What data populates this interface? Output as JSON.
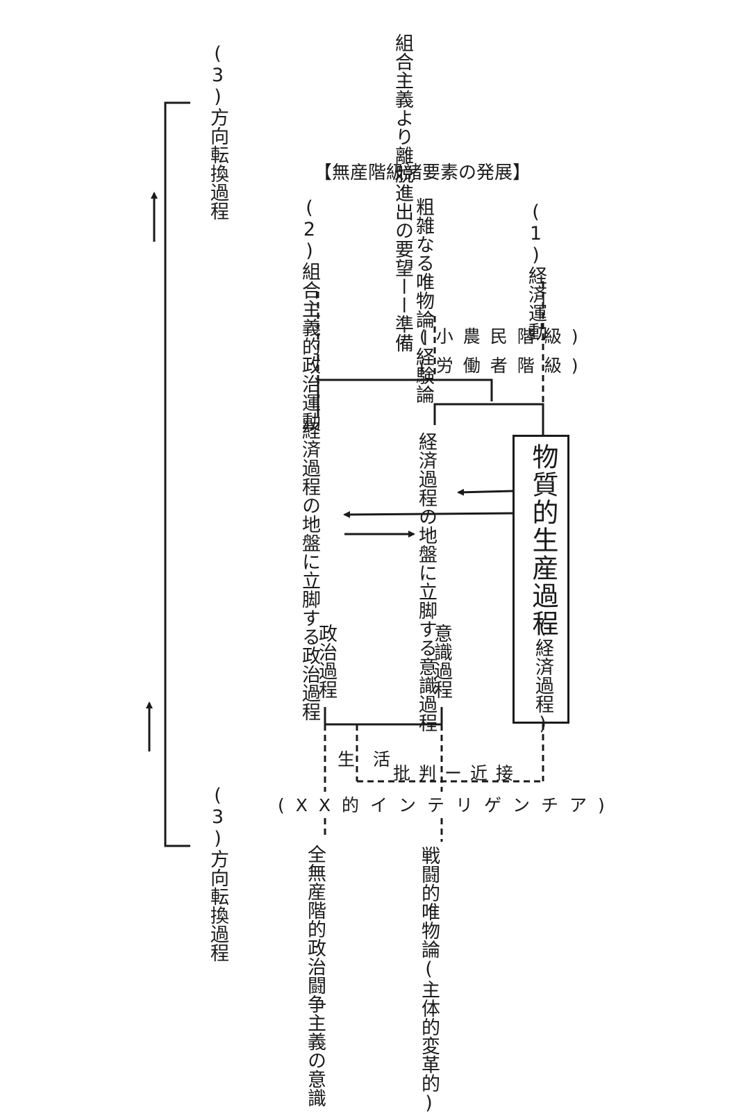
{
  "diagram": {
    "top_note": [
      "組合主義より",
      "離脱進出の",
      "要望ーー準備"
    ],
    "heading": "【無産階級諸要素の発展】",
    "side_label_top": {
      "number": "(3)",
      "text": "方向転換過程"
    },
    "side_label_bottom": {
      "number": "(3)",
      "text": "方向転換過程"
    },
    "economic_movement": {
      "number": "(1)",
      "text": "経済運動"
    },
    "crude_materialism": [
      "粗雑なる唯物",
      "論ー経験論"
    ],
    "unionist_politics": {
      "number": "(2)",
      "text": [
        "組合主義的",
        "政治運動"
      ]
    },
    "class_labels": [
      "(小農民階級)",
      "(労働者階級)"
    ],
    "political_process_upper": [
      "経済過程の地盤に",
      "立脚する政治過程"
    ],
    "consciousness_process_upper": [
      "経済過程の地盤に",
      "立脚する意識過程"
    ],
    "material_production_box": {
      "main": "物質的生産過程",
      "sub": "(経済過程)"
    },
    "political_process_lower": "政治過程",
    "consciousness_process_lower": "意識過程",
    "life_label": "生活",
    "critique_label": "批判ー近接",
    "intelligentsia": "(ХХ的インテリゲンチア)",
    "proletarian_consciousness": [
      "全無産階的政治闘争",
      "主義の意識"
    ],
    "combat_materialism": [
      "戦闘的唯物論",
      "(主体的変革的)"
    ]
  }
}
